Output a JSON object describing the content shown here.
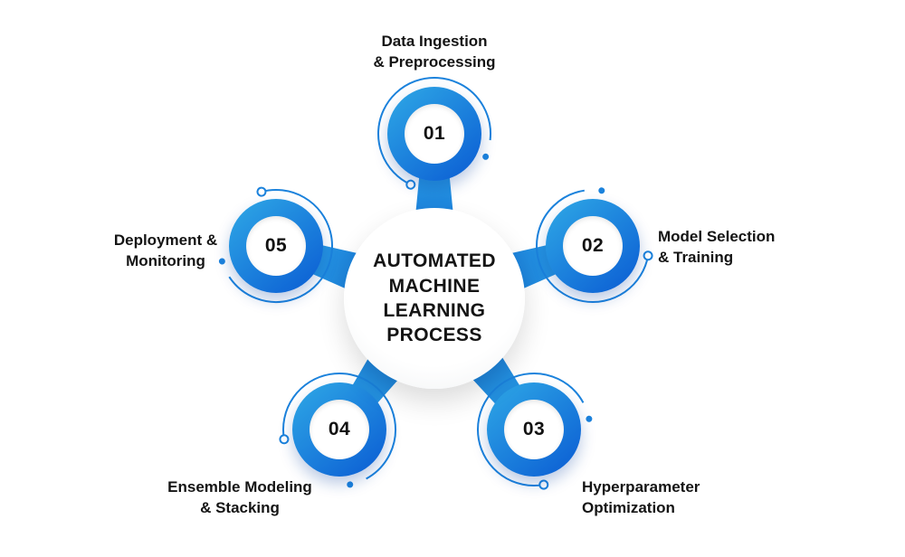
{
  "colors": {
    "blue_light": "#2FA9E6",
    "blue_dark": "#0A5BD3",
    "arc_blue": "#1B82DC",
    "text_dark": "#141414"
  },
  "center": {
    "lines": [
      "AUTOMATED",
      "MACHINE",
      "LEARNING",
      "PROCESS"
    ]
  },
  "nodes": [
    {
      "number": "01",
      "label": [
        "Data Ingestion",
        "& Preprocessing"
      ]
    },
    {
      "number": "02",
      "label": [
        "Model Selection",
        "& Training"
      ]
    },
    {
      "number": "03",
      "label": [
        "Hyperparameter",
        "Optimization"
      ]
    },
    {
      "number": "04",
      "label": [
        "Ensemble Modeling",
        "& Stacking"
      ]
    },
    {
      "number": "05",
      "label": [
        "Deployment &",
        "Monitoring"
      ]
    }
  ]
}
